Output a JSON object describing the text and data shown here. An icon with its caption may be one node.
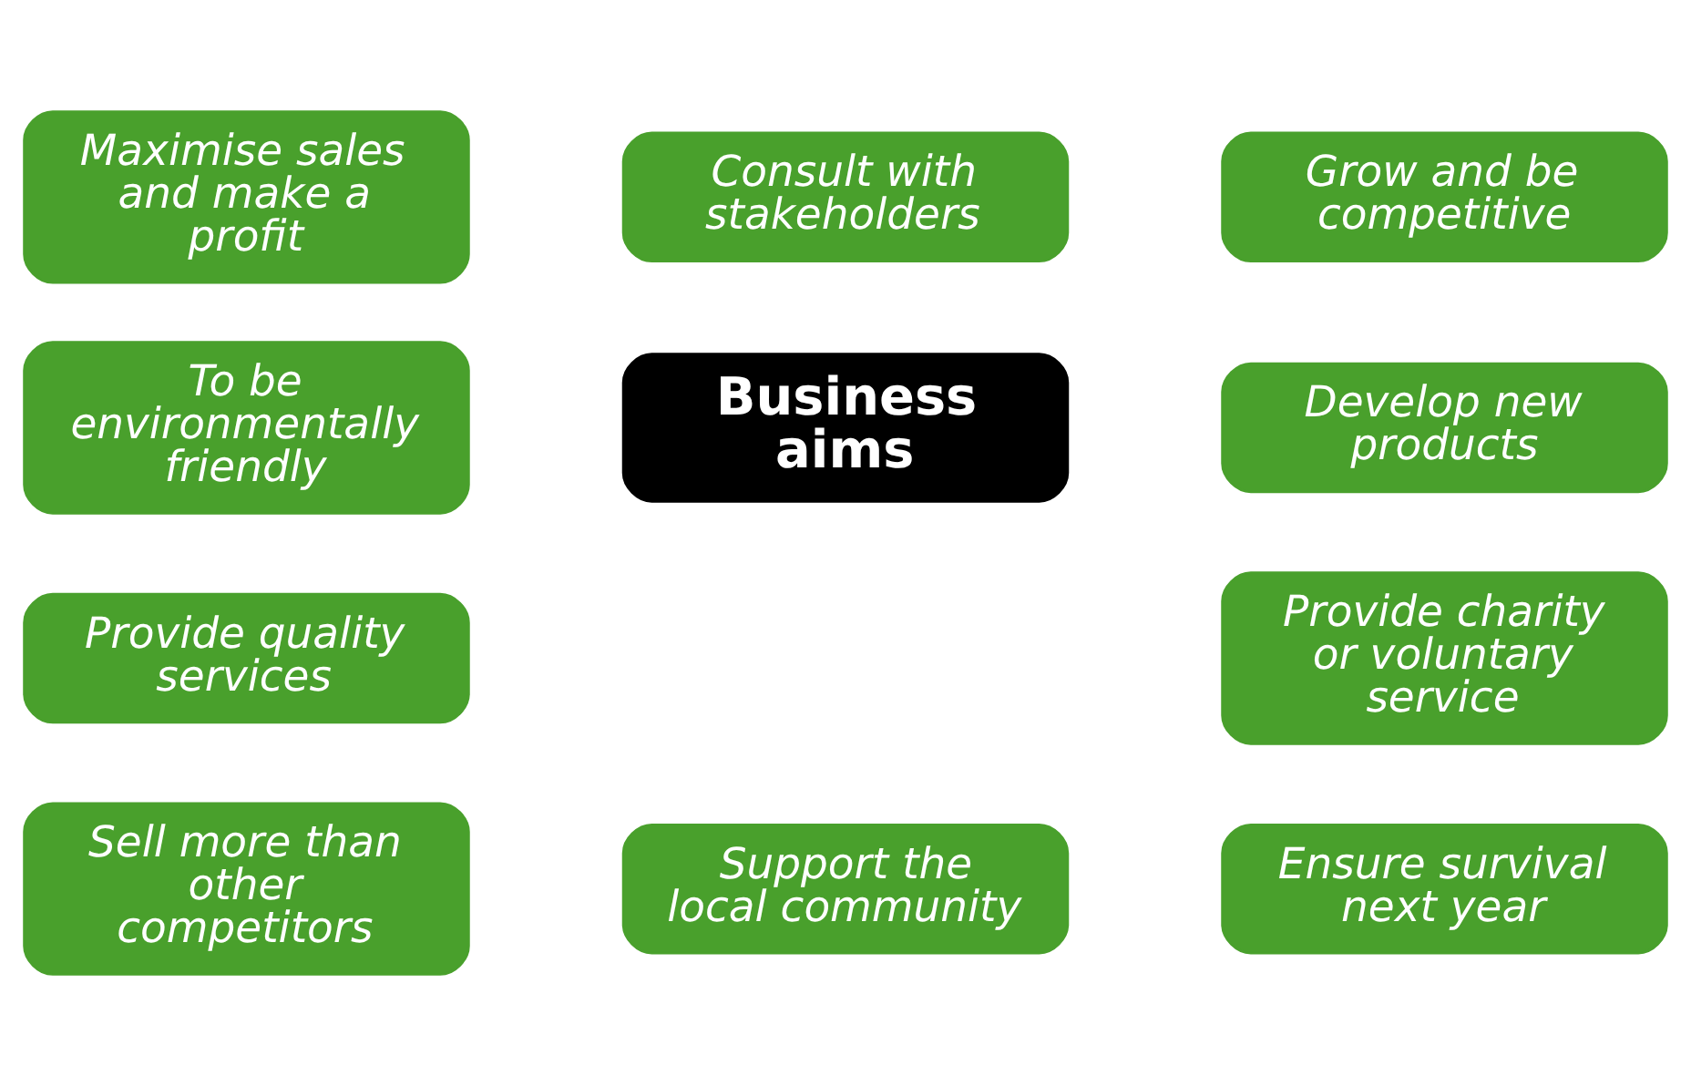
{
  "diagram": {
    "nodes": [
      {
        "text": [
          "Maximise sales and make a profit"
        ]
      },
      {
        "text": [
          "Consult with stakeholders"
        ]
      },
      {
        "text": [
          "Grow and be competitive"
        ]
      },
      {
        "text": [
          "To be environmentally friendly"
        ]
      },
      {
        "text": [
          "Develop new products"
        ]
      },
      {
        "text": [
          "Business aims"
        ]
      },
      {
        "text": [
          "Provide quality services"
        ]
      },
      {
        "text": [
          "Provide charity or voluntary service"
        ]
      },
      {
        "text": [
          "Sell more than other competitors"
        ]
      },
      {
        "text": [
          "Support the local community"
        ]
      },
      {
        "text": [
          "Ensure survival next year"
        ]
      }
    ],
    "edges": []
  }
}
